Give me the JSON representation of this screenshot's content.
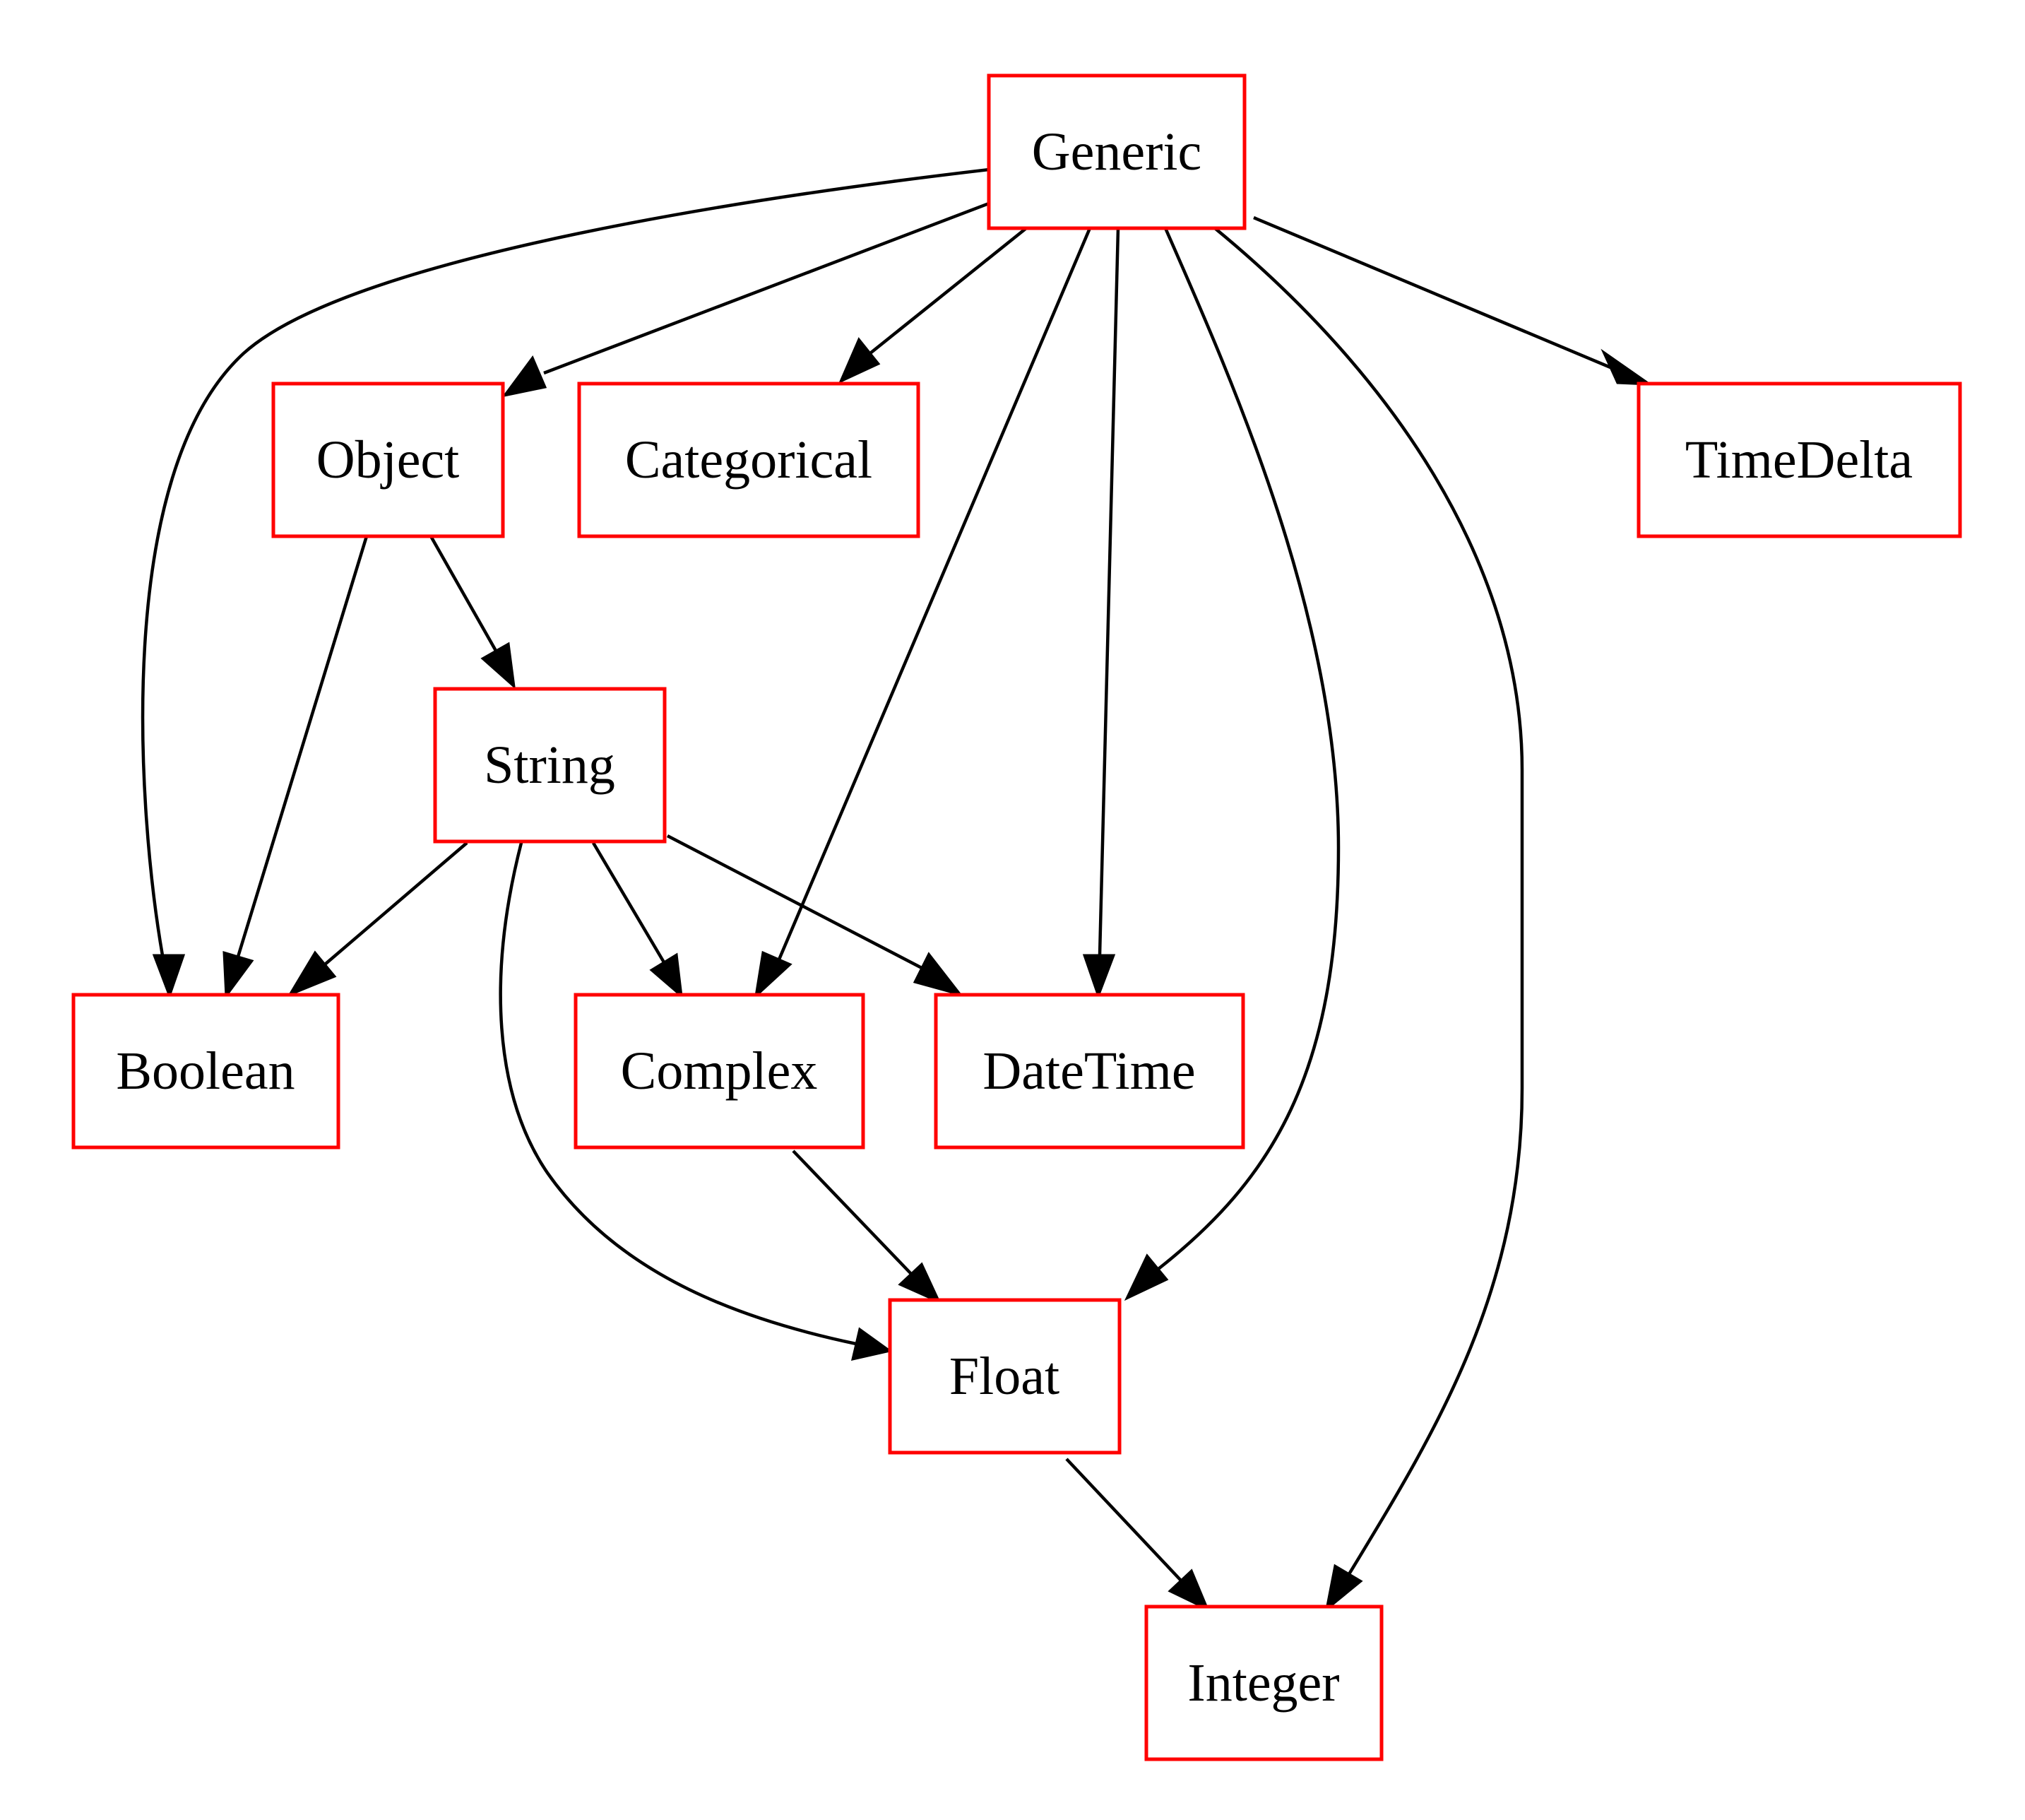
{
  "diagram": {
    "colors": {
      "node_border": "#ff0000",
      "edge": "#000000",
      "background": "#ffffff"
    },
    "nodes": {
      "generic": {
        "label": "Generic"
      },
      "object": {
        "label": "Object"
      },
      "categorical": {
        "label": "Categorical"
      },
      "timedelta": {
        "label": "TimeDelta"
      },
      "string": {
        "label": "String"
      },
      "boolean": {
        "label": "Boolean"
      },
      "complex": {
        "label": "Complex"
      },
      "datetime": {
        "label": "DateTime"
      },
      "float": {
        "label": "Float"
      },
      "integer": {
        "label": "Integer"
      }
    },
    "edges": [
      {
        "from": "Generic",
        "to": "Boolean"
      },
      {
        "from": "Generic",
        "to": "Object"
      },
      {
        "from": "Generic",
        "to": "Categorical"
      },
      {
        "from": "Generic",
        "to": "Complex"
      },
      {
        "from": "Generic",
        "to": "DateTime"
      },
      {
        "from": "Generic",
        "to": "Float"
      },
      {
        "from": "Generic",
        "to": "Integer"
      },
      {
        "from": "Generic",
        "to": "TimeDelta"
      },
      {
        "from": "Object",
        "to": "Boolean"
      },
      {
        "from": "Object",
        "to": "String"
      },
      {
        "from": "String",
        "to": "Boolean"
      },
      {
        "from": "String",
        "to": "Complex"
      },
      {
        "from": "String",
        "to": "DateTime"
      },
      {
        "from": "String",
        "to": "Float"
      },
      {
        "from": "Complex",
        "to": "Float"
      },
      {
        "from": "Float",
        "to": "Integer"
      }
    ]
  }
}
